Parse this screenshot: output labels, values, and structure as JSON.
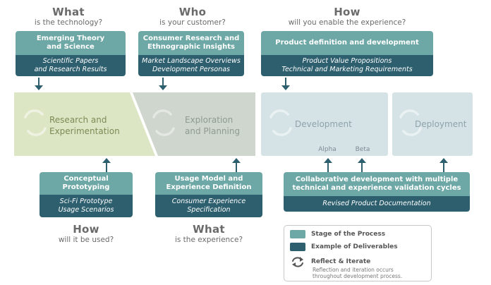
{
  "top_headings": [
    {
      "title": "What",
      "sub": "is the technology?"
    },
    {
      "title": "Who",
      "sub": "is your customer?"
    },
    {
      "title": "How",
      "sub": "will you enable the experience?"
    }
  ],
  "bottom_headings": [
    {
      "title": "How",
      "sub": "will it be used?"
    },
    {
      "title": "What",
      "sub": "is the experience?"
    }
  ],
  "top_boxes": [
    {
      "stage": "Emerging Theory\nand Science",
      "deliverable": "Scientific Papers\nand Research Results"
    },
    {
      "stage": "Consumer Research and\nEthnographic Insights",
      "deliverable": "Market Landscape Overviews\nDevelopment Personas"
    },
    {
      "stage": "Product definition and development",
      "deliverable": "Product Value Propositions\nTechnical and Marketing Requirements"
    }
  ],
  "phases": [
    {
      "label": "Research and\nExperimentation",
      "color": "#dde6c4",
      "text_color": "#7d8a55"
    },
    {
      "label": "Exploration\nand Planning",
      "color": "#cfd6cd",
      "text_color": "#8e9a92"
    },
    {
      "label": "Development",
      "color": "#d6e3e6",
      "text_color": "#8da3aa"
    },
    {
      "label": "Deployment",
      "color": "#d6e3e6",
      "text_color": "#8da3aa"
    }
  ],
  "tags": [
    "Alpha",
    "Beta"
  ],
  "bottom_boxes": [
    {
      "stage": "Conceptual\nPrototyping",
      "deliverable": "Sci-Fi Prototype\nUsage Scenarios"
    },
    {
      "stage": "Usage Model and\nExperience Definition",
      "deliverable": "Consumer Experience\nSpecification"
    },
    {
      "stage": "Collaborative development with multiple\ntechnical and experience validation cycles",
      "deliverable": "Revised Product Documentation"
    }
  ],
  "legend": {
    "stage": "Stage of the Process",
    "deliverable": "Example of Deliverables",
    "iterate": "Reflect & Iterate",
    "note": "Reflection and iteration occurs\nthroughout development process.",
    "stage_color": "#6ea8a6",
    "deliverable_color": "#2d5f6e"
  }
}
